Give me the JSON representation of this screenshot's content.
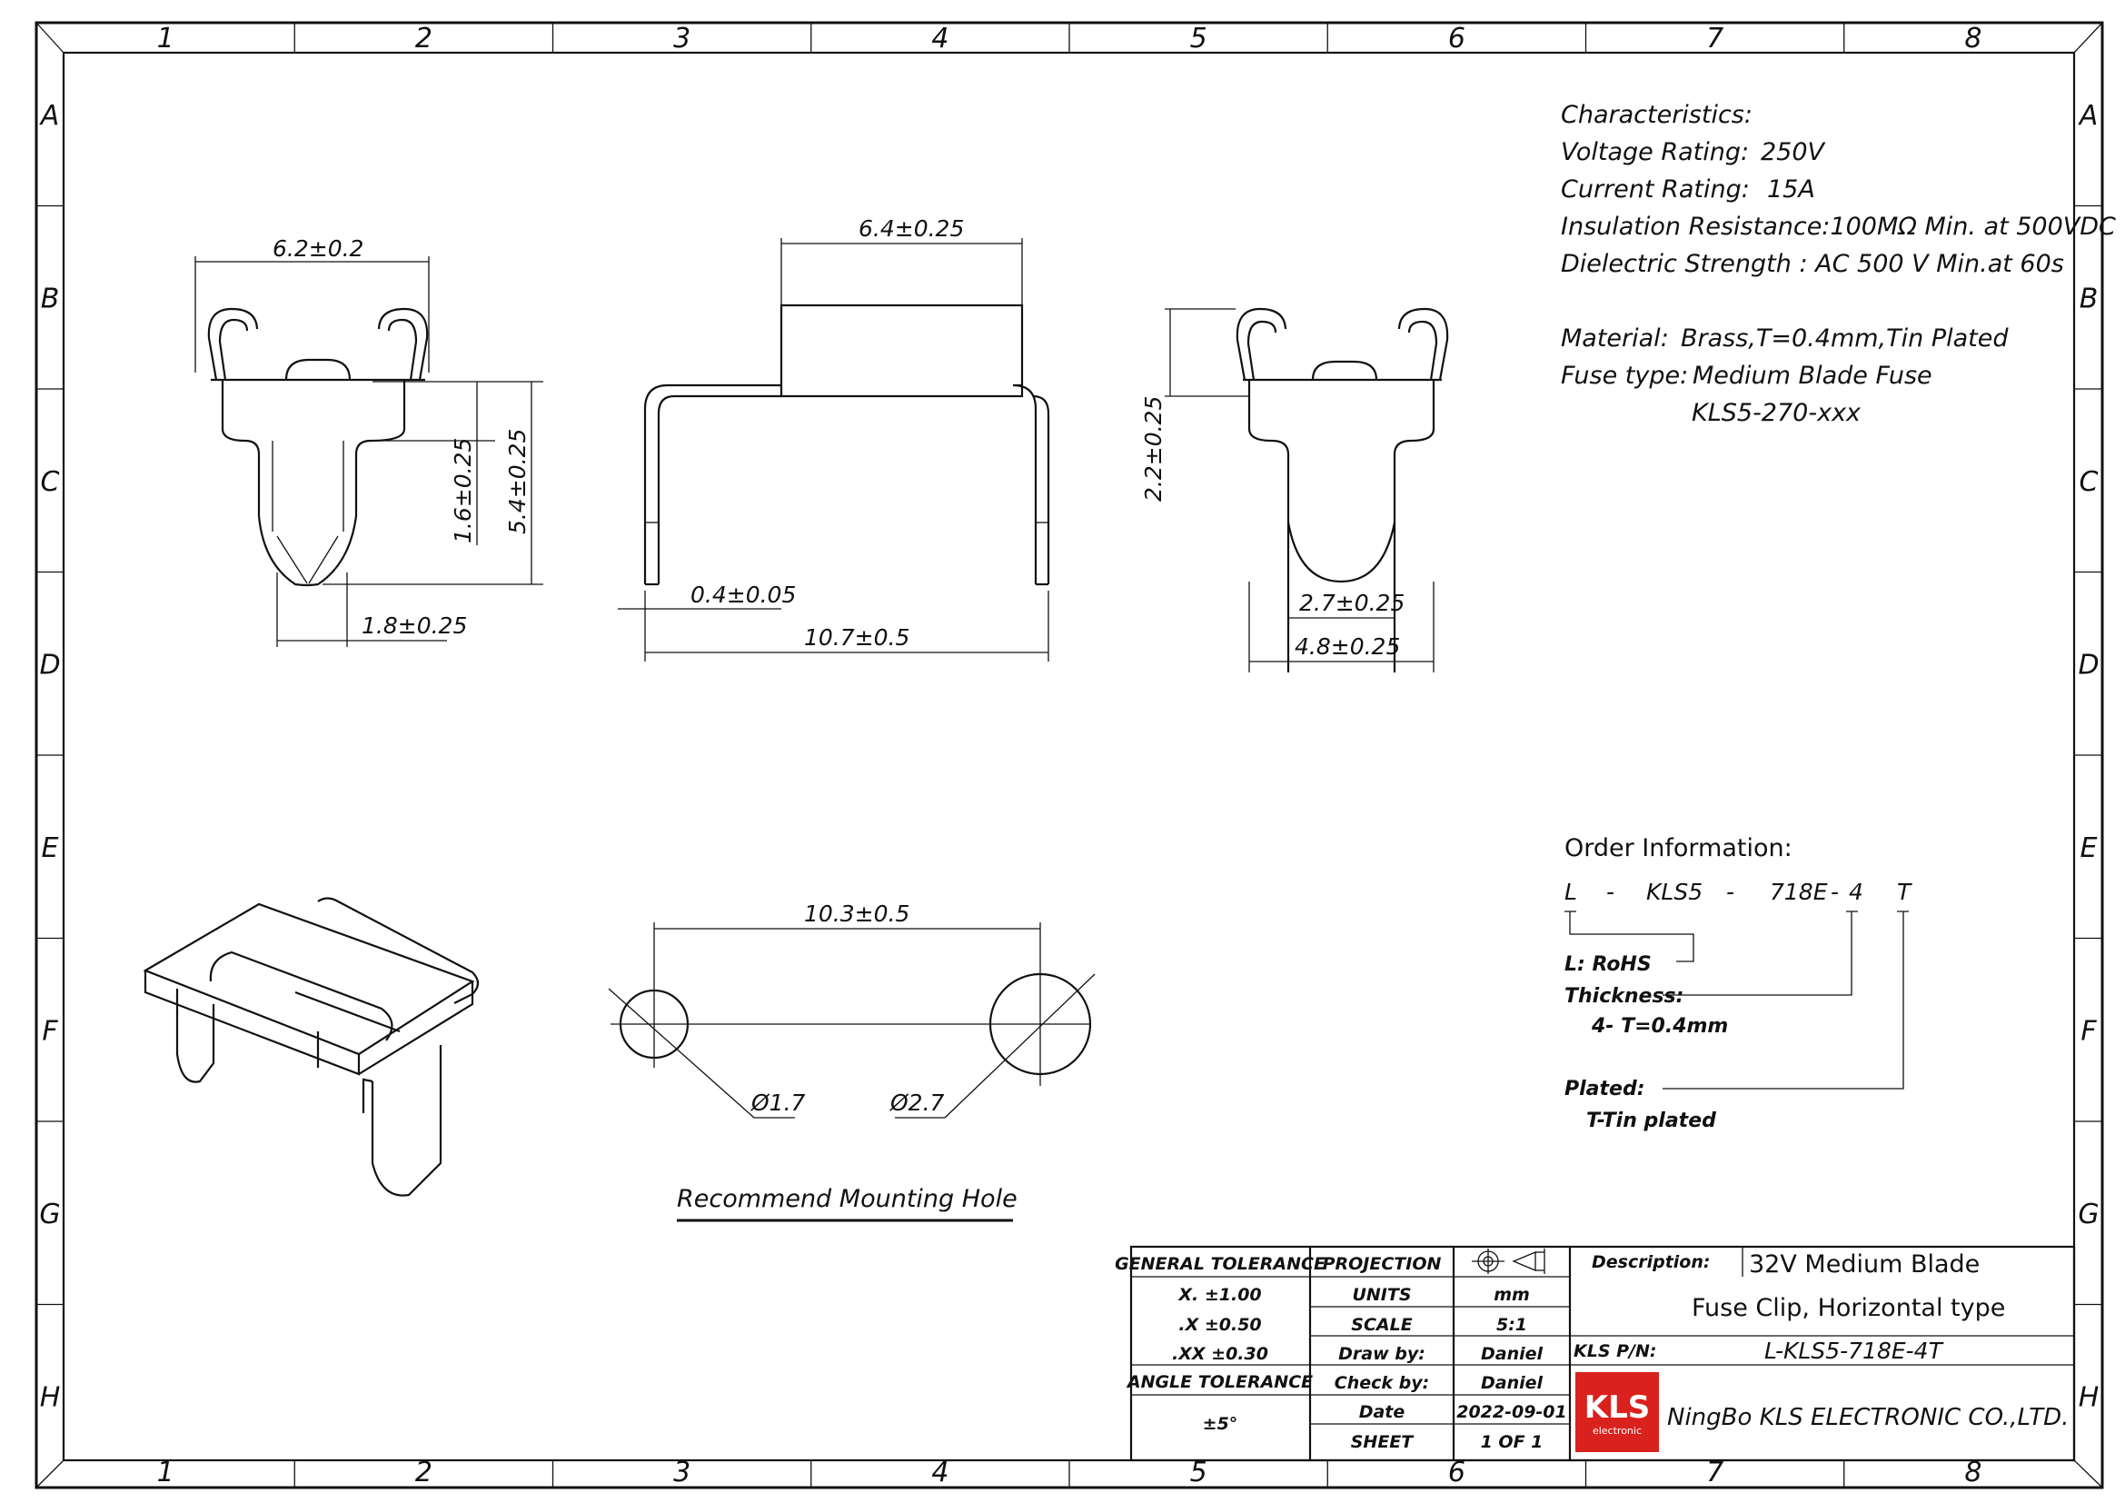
{
  "frame": {
    "columns": [
      "1",
      "2",
      "3",
      "4",
      "5",
      "6",
      "7",
      "8"
    ],
    "rows": [
      "A",
      "B",
      "C",
      "D",
      "E",
      "F",
      "G",
      "H"
    ]
  },
  "characteristics": {
    "heading": "Characteristics:",
    "voltage_label": "Voltage Rating:",
    "voltage_value": "250V",
    "current_label": "Current Rating:",
    "current_value": "15A",
    "insulation": "Insulation Resistance:100MΩ Min. at 500VDC",
    "dielectric": "Dielectric Strength :  AC 500 V Min.at 60s",
    "material_label": "Material:",
    "material_value": "Brass,T=0.4mm,Tin Plated",
    "fuse_type_label": "Fuse type:",
    "fuse_type_value": "Medium Blade Fuse",
    "fuse_type_part": "KLS5-270-xxx"
  },
  "dimensions": {
    "view1_width": "6.2±0.2",
    "view1_h1": "1.6±0.25",
    "view1_h2": "5.4±0.25",
    "view1_tip": "1.8±0.25",
    "view2_top": "6.4±0.25",
    "view2_thick": "0.4±0.05",
    "view2_width": "10.7±0.5",
    "view3_height": "2.2±0.25",
    "view3_inner": "2.7±0.25",
    "view3_outer": "4.8±0.25",
    "hole_spacing": "10.3±0.5",
    "hole_small": "Ø1.7",
    "hole_large": "Ø2.7"
  },
  "mounting_caption": "Recommend Mounting Hole",
  "order_info": {
    "heading": "Order Information:",
    "code": [
      "L",
      "-",
      "KLS5",
      "-",
      "718E",
      "-",
      "4",
      "T"
    ],
    "l_label": "L: RoHS",
    "thickness_label": "Thickness:",
    "thickness_value": "4-  T=0.4mm",
    "plated_label": "Plated:",
    "plated_value": "T-Tin plated"
  },
  "title_block": {
    "general_tolerance": "GENERAL TOLERANCE",
    "tol_x": "X.   ±1.00",
    "tol_xx": ".X   ±0.50",
    "tol_xxx": ".XX   ±0.30",
    "angle_tolerance": "ANGLE TOLERANCE",
    "angle_value": "±5°",
    "projection": "PROJECTION",
    "units_label": "UNITS",
    "units_value": "mm",
    "scale_label": "SCALE",
    "scale_value": "5:1",
    "draw_label": "Draw by:",
    "draw_value": "Daniel",
    "check_label": "Check by:",
    "check_value": "Daniel",
    "date_label": "Date",
    "date_value": "2022-09-01",
    "sheet_label": "SHEET",
    "sheet_value": "1  OF  1",
    "description_label": "Description:",
    "description_line1": "32V Medium Blade",
    "description_line2": "Fuse Clip, Horizontal type",
    "pn_label": "KLS P/N:",
    "pn_value": "L-KLS5-718E-4T",
    "logo_text": "KLS",
    "logo_sub": "electronic",
    "company": "NingBo KLS ELECTRONIC CO.,LTD.",
    "logo_color": "#d9211d"
  }
}
